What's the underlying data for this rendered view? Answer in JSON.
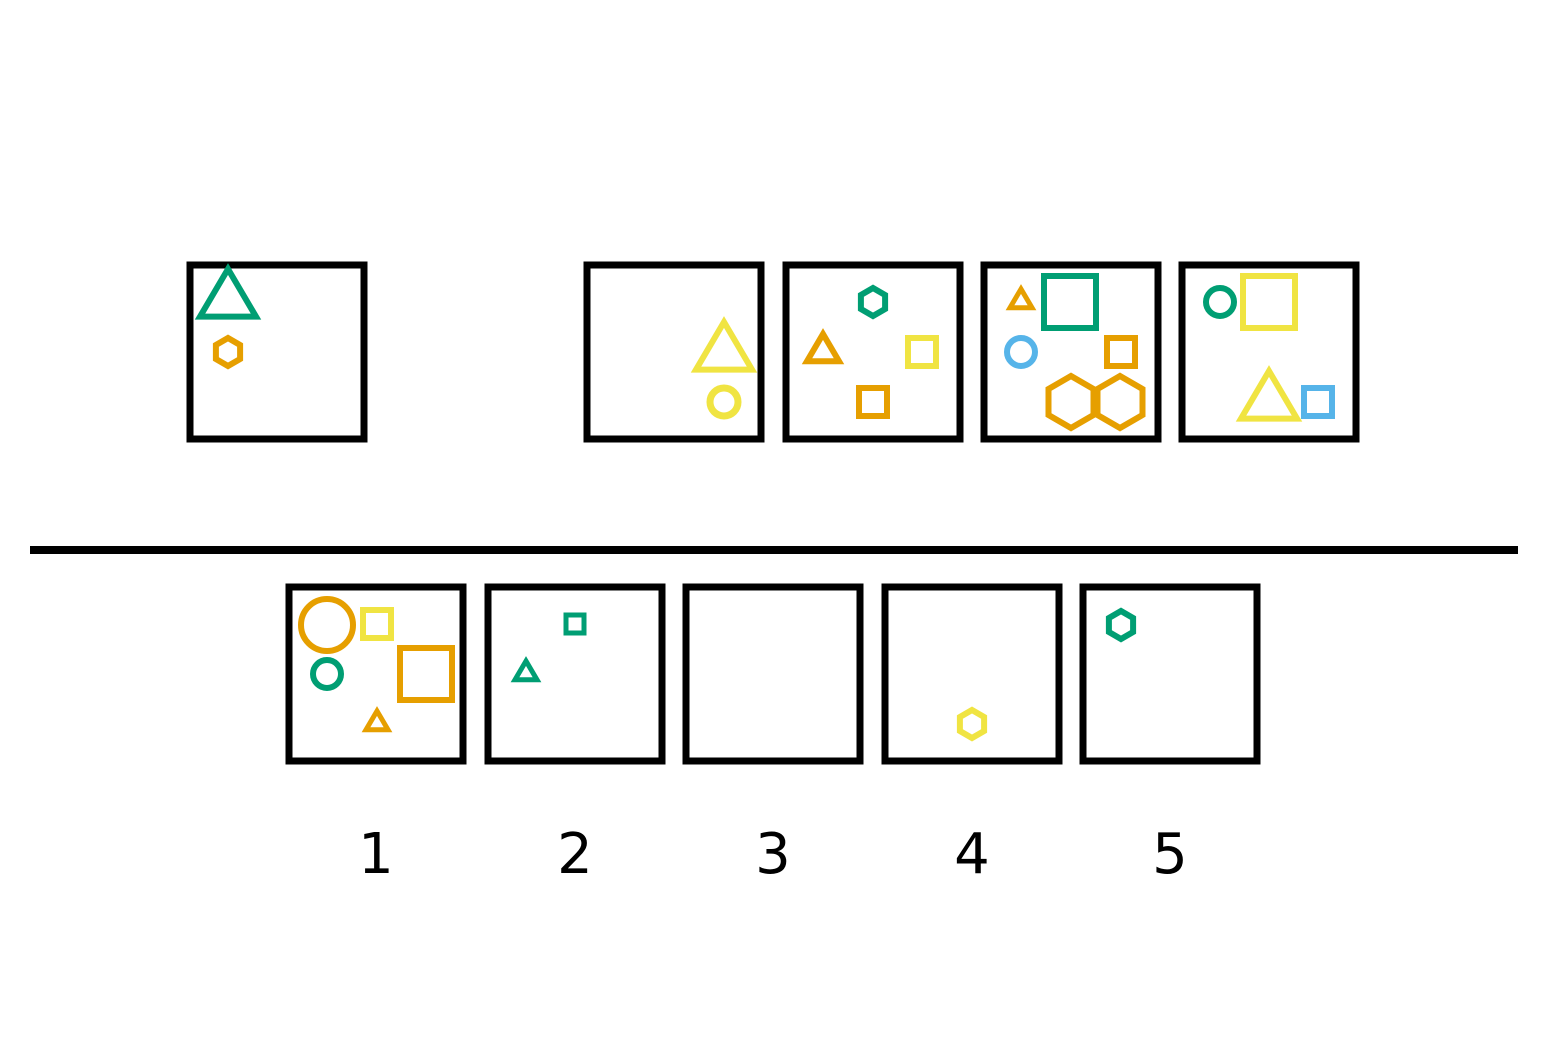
{
  "colors": {
    "green": "#009E73",
    "orange": "#E69F00",
    "yellow": "#F0E442",
    "blue": "#56B4E9",
    "stroke": "#000000"
  },
  "question": {
    "example_panel": {
      "shapes": [
        {
          "kind": "triangle",
          "color": "green",
          "size": "large"
        },
        {
          "kind": "hexagon",
          "color": "orange",
          "size": "small"
        }
      ]
    },
    "sequence_panels": [
      {
        "shapes": [
          {
            "kind": "triangle",
            "color": "yellow",
            "size": "large"
          },
          {
            "kind": "circle",
            "color": "yellow",
            "size": "small"
          }
        ]
      },
      {
        "shapes": [
          {
            "kind": "hexagon",
            "color": "green",
            "size": "small"
          },
          {
            "kind": "triangle",
            "color": "orange",
            "size": "small"
          },
          {
            "kind": "square",
            "color": "yellow",
            "size": "small"
          },
          {
            "kind": "square",
            "color": "orange",
            "size": "small"
          }
        ]
      },
      {
        "shapes": [
          {
            "kind": "triangle",
            "color": "orange",
            "size": "tiny"
          },
          {
            "kind": "square",
            "color": "green",
            "size": "large"
          },
          {
            "kind": "circle",
            "color": "blue",
            "size": "small"
          },
          {
            "kind": "square",
            "color": "orange",
            "size": "small"
          },
          {
            "kind": "hexagon",
            "color": "orange",
            "size": "large"
          },
          {
            "kind": "hexagon",
            "color": "orange",
            "size": "large"
          }
        ]
      },
      {
        "shapes": [
          {
            "kind": "circle",
            "color": "green",
            "size": "small"
          },
          {
            "kind": "square",
            "color": "yellow",
            "size": "large"
          },
          {
            "kind": "triangle",
            "color": "yellow",
            "size": "large"
          },
          {
            "kind": "square",
            "color": "blue",
            "size": "small"
          }
        ]
      }
    ]
  },
  "options": [
    {
      "label": "1",
      "shapes": [
        {
          "kind": "circle",
          "color": "orange",
          "size": "large"
        },
        {
          "kind": "square",
          "color": "yellow",
          "size": "small"
        },
        {
          "kind": "circle",
          "color": "green",
          "size": "small"
        },
        {
          "kind": "square",
          "color": "orange",
          "size": "large"
        },
        {
          "kind": "triangle",
          "color": "orange",
          "size": "tiny"
        }
      ]
    },
    {
      "label": "2",
      "shapes": [
        {
          "kind": "square",
          "color": "green",
          "size": "tiny"
        },
        {
          "kind": "triangle",
          "color": "green",
          "size": "tiny"
        }
      ]
    },
    {
      "label": "3",
      "shapes": []
    },
    {
      "label": "4",
      "shapes": [
        {
          "kind": "hexagon",
          "color": "yellow",
          "size": "small"
        }
      ]
    },
    {
      "label": "5",
      "shapes": [
        {
          "kind": "hexagon",
          "color": "green",
          "size": "small"
        }
      ]
    }
  ]
}
